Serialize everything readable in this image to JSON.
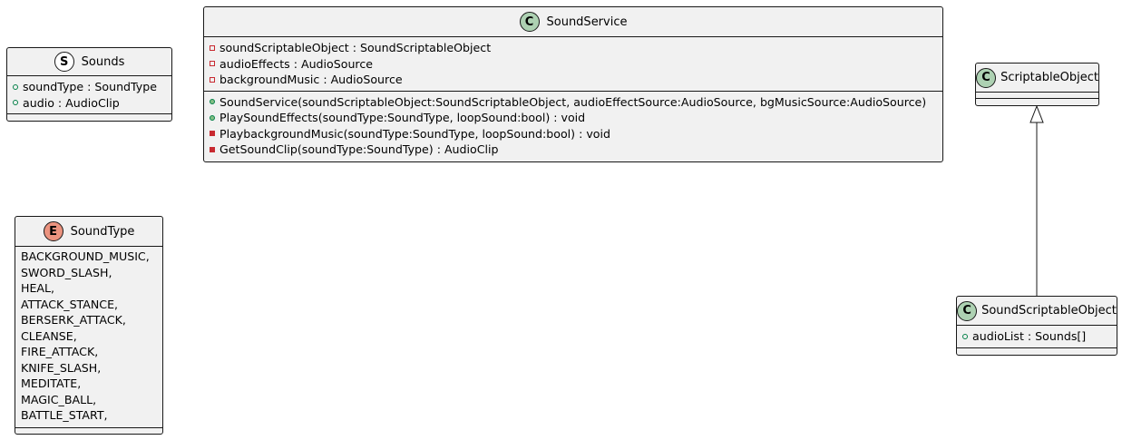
{
  "sounds": {
    "stereotype": "S",
    "name": "Sounds",
    "fields": [
      {
        "vis": "pub",
        "text": "soundType : SoundType"
      },
      {
        "vis": "pub",
        "text": "audio : AudioClip"
      }
    ]
  },
  "soundService": {
    "stereotype": "C",
    "name": "SoundService",
    "fields": [
      {
        "vis": "priv",
        "text": "soundScriptableObject : SoundScriptableObject"
      },
      {
        "vis": "priv",
        "text": "audioEffects : AudioSource"
      },
      {
        "vis": "priv",
        "text": "backgroundMusic : AudioSource"
      }
    ],
    "methods": [
      {
        "vis": "pubm",
        "text": "SoundService(soundScriptableObject:SoundScriptableObject, audioEffectSource:AudioSource, bgMusicSource:AudioSource)"
      },
      {
        "vis": "pubm",
        "text": "PlaySoundEffects(soundType:SoundType, loopSound:bool) : void"
      },
      {
        "vis": "privm",
        "text": "PlaybackgroundMusic(soundType:SoundType, loopSound:bool) : void"
      },
      {
        "vis": "privm",
        "text": "GetSoundClip(soundType:SoundType) : AudioClip"
      }
    ]
  },
  "scriptableObject": {
    "stereotype": "C",
    "name": "ScriptableObject"
  },
  "soundType": {
    "stereotype": "E",
    "name": "SoundType",
    "values": [
      "BACKGROUND_MUSIC,",
      "SWORD_SLASH,",
      "HEAL,",
      "ATTACK_STANCE,",
      "BERSERK_ATTACK,",
      "CLEANSE,",
      "FIRE_ATTACK,",
      "KNIFE_SLASH,",
      "MEDITATE,",
      "MAGIC_BALL,",
      "BATTLE_START,"
    ]
  },
  "soundScriptableObject": {
    "stereotype": "C",
    "name": "SoundScriptableObject",
    "fields": [
      {
        "vis": "pub",
        "text": "audioList : Sounds[]"
      }
    ]
  },
  "colors": {
    "classBadge": "#add1b2",
    "enumBadge": "#eb937f",
    "boxFill": "#f1f1f1",
    "border": "#181818"
  }
}
